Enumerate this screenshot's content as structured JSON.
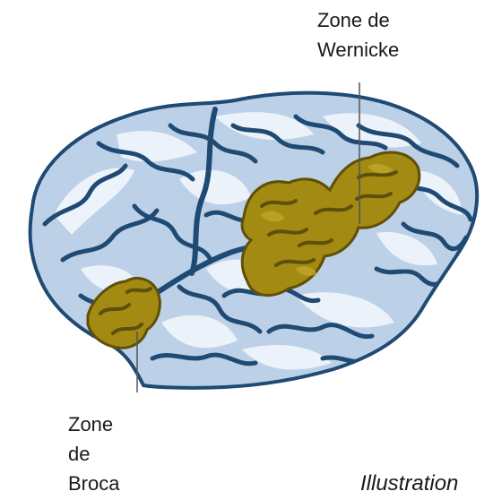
{
  "labels": {
    "wernicke": {
      "line1": "Zone de",
      "line2": "Wernicke"
    },
    "broca": {
      "line1": "Zone",
      "line2": "de",
      "line3": "Broca"
    }
  },
  "caption": "Illustration",
  "colors": {
    "brain_fill": "#bcd1e8",
    "brain_gyri": "#eef4fb",
    "brain_sulci": "#1f4a74",
    "zone_fill": "#a38a12",
    "zone_shadow": "#5e5008",
    "leader_line": "#555555"
  }
}
